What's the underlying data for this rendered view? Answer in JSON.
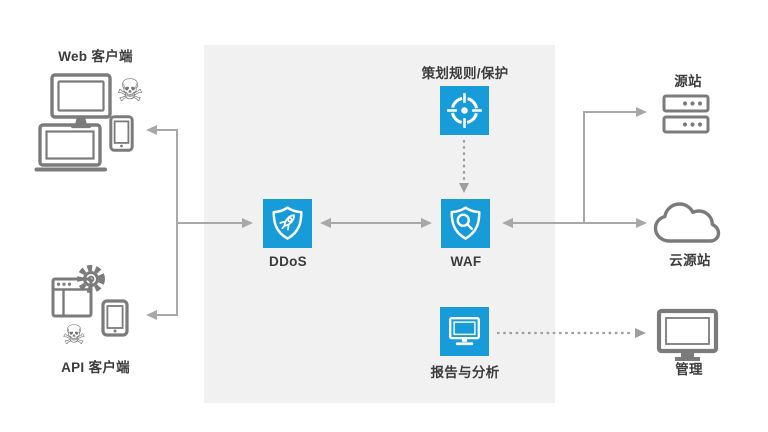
{
  "labels": {
    "web_clients": "Web 客户端",
    "api_clients": "API 客户端",
    "policy": "策划规则/保护",
    "ddos": "DDoS",
    "waf": "WAF",
    "reporting": "报告与分析",
    "origin": "源站",
    "cloud_origin": "云源站",
    "management": "管理"
  },
  "icons": {
    "skull_glyph": "☠",
    "web_client_icons": [
      "desktop-monitor-icon",
      "laptop-icon",
      "smartphone-icon",
      "skull-icon"
    ],
    "api_client_icons": [
      "browser-gear-icon",
      "smartphone-icon",
      "skull-icon"
    ],
    "pipeline_icons": [
      "target-icon",
      "shield-rocket-icon",
      "shield-magnifier-icon",
      "monitor-icon"
    ],
    "origin_icons": [
      "server-stack-icon",
      "cloud-icon",
      "monitor-icon"
    ]
  },
  "colors": {
    "accent_blue": "#189CD9",
    "panel_background": "#F1F1F2",
    "connector_gray": "#A8A8A8",
    "dashed_gray": "#9E9E9E",
    "icon_outline_gray": "#7B7B7B",
    "label_text": "#3C3C3C"
  }
}
